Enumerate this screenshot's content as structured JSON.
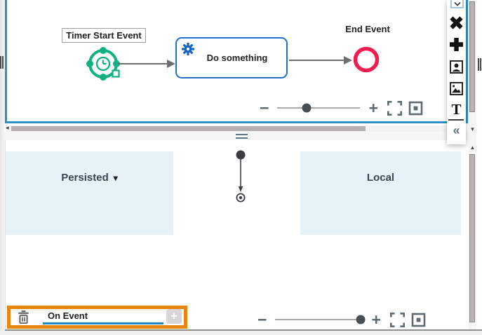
{
  "canvas": {
    "timer_label": "Timer Start Event",
    "task_label": "Do something",
    "end_label": "End Event"
  },
  "zoom": {
    "out_glyph": "−",
    "in_glyph": "+",
    "top_knob_percent": 35,
    "bottom_knob_percent": 97
  },
  "sidebar": {
    "text_tool_glyph": "T",
    "collapse_glyph": "«"
  },
  "scrollbars": {
    "left_arrow_glyph": "◂",
    "up_arrow_glyph": "▲",
    "down_arrow_glyph": "▼"
  },
  "bottom": {
    "persisted_label": "Persisted",
    "caret_glyph": "▾",
    "local_label": "Local",
    "on_event_value": "On Event",
    "add_glyph": "+"
  },
  "colors": {
    "canvas_border": "#2e92c8",
    "event_green": "#0fb183",
    "task_blue": "#1e6fc5",
    "gear_blue": "#1565c0",
    "end_red": "#ee1e51",
    "panel_blue": "#e7f1f8",
    "highlight_orange": "#e8870e",
    "underline_blue": "#2384c6",
    "scrollbar_thumb": "#b5b0b0"
  }
}
